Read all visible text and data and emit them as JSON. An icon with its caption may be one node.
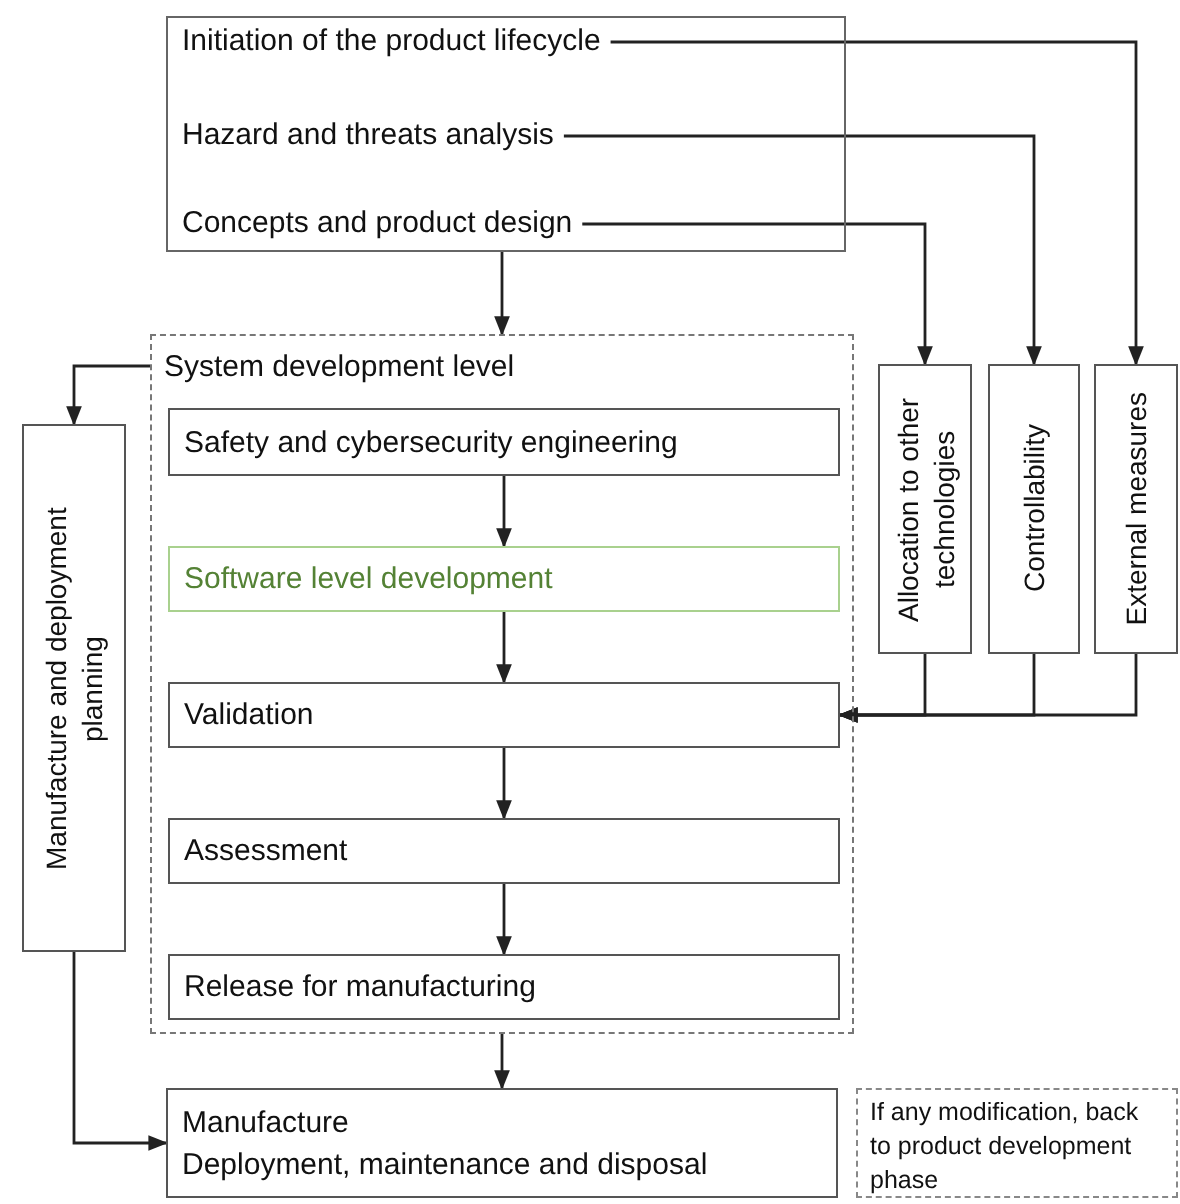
{
  "diagram": {
    "nodes": [
      {
        "text": [],
        "shape": "box"
      },
      {
        "text": [
          "Initiation of the product lifecycle"
        ],
        "in": 0
      },
      {
        "text": [
          "Hazard and threats analysis"
        ],
        "in": 0
      },
      {
        "text": [
          "Concepts and product design"
        ],
        "in": 0
      },
      {
        "text": [
          "System development level"
        ]
      },
      {
        "text": [
          "Safety and cybersecurity engineering"
        ],
        "in": 4
      },
      {
        "text": [
          "Software level development"
        ],
        "in": 4
      },
      {
        "text": [
          "Validation"
        ],
        "in": 4
      },
      {
        "text": [
          "Assessment"
        ],
        "in": 4
      },
      {
        "text": [
          "Release for manufacturing"
        ],
        "in": 4
      },
      {
        "text": [
          "Manufacture and deployment planning"
        ]
      },
      {
        "text": [
          "Allocation to other technologies"
        ]
      },
      {
        "text": [
          "Controllability"
        ]
      },
      {
        "text": [
          "External measures"
        ]
      },
      {
        "text": [
          "Manufacture",
          "Deployment, maintenance and disposal"
        ]
      },
      {
        "text": [
          "If any modification, back to product development phase"
        ]
      }
    ],
    "edges": [
      {
        "from": 0,
        "to": 4,
        "arrow": "to"
      },
      {
        "from": 1,
        "to": 13,
        "arrow": "to"
      },
      {
        "from": 2,
        "to": 12,
        "arrow": "to"
      },
      {
        "from": 3,
        "to": 11,
        "arrow": "to"
      },
      {
        "from": 4,
        "to": 10,
        "arrow": "to"
      },
      {
        "from": 10,
        "to": 14,
        "arrow": "to"
      },
      {
        "from": 11,
        "to": 7,
        "arrow": "to"
      },
      {
        "from": 12,
        "to": 7,
        "arrow": "to"
      },
      {
        "from": 13,
        "to": 7,
        "arrow": "to"
      },
      {
        "from": 5,
        "to": 6,
        "arrow": "to"
      },
      {
        "from": 6,
        "to": 7,
        "arrow": "to"
      },
      {
        "from": 7,
        "to": 8,
        "arrow": "to"
      },
      {
        "from": 8,
        "to": 9,
        "arrow": "to"
      },
      {
        "from": 4,
        "to": 14,
        "arrow": "to"
      }
    ]
  }
}
